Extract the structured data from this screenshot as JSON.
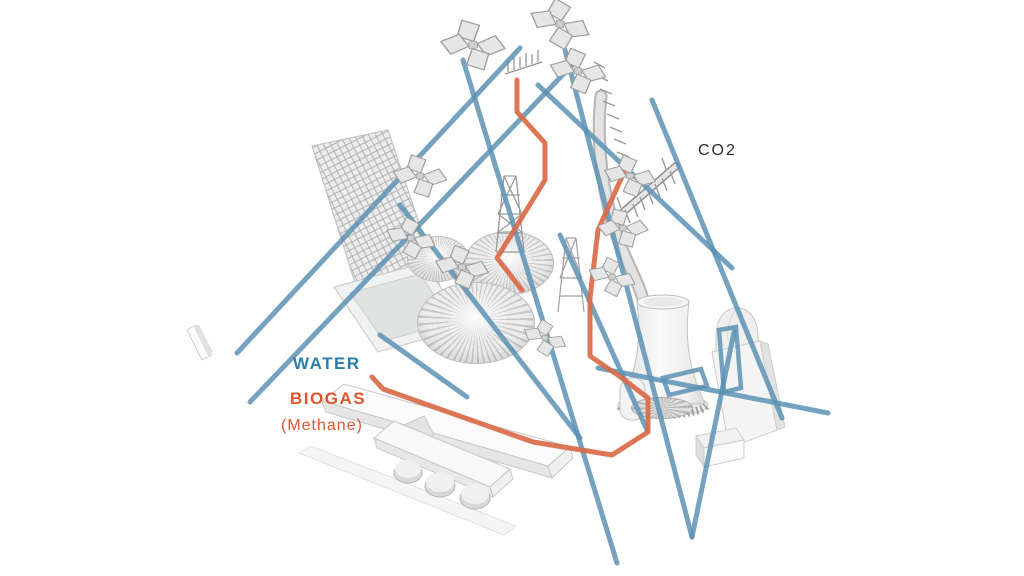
{
  "page": {
    "background": "#ffffff",
    "kind": "isometric plant flow diagram"
  },
  "labels": {
    "water": {
      "text": "WATER",
      "color": "#2e7ca8"
    },
    "biogas": {
      "text": "BIOGAS",
      "color": "#e0552e"
    },
    "biogas_sub": {
      "text": "(Methane)",
      "color": "#e0552e"
    },
    "co2": {
      "text": "CO2",
      "color": "#2b2b2b"
    }
  },
  "flows": [
    {
      "id": "water",
      "label": "WATER",
      "color": "#5d92b4"
    },
    {
      "id": "biogas",
      "label": "BIOGAS (Methane)",
      "color": "#d96a49"
    },
    {
      "id": "co2",
      "label": "CO2",
      "color": "#2b2b2b"
    }
  ],
  "components": [
    {
      "id": "clover-aeration-tanks",
      "count": 10
    },
    {
      "id": "trickling-filter-grid-building",
      "count": 1
    },
    {
      "id": "ribbed-digester-domes",
      "count": 3
    },
    {
      "id": "lattice-derrick-towers",
      "count": 2
    },
    {
      "id": "co2-sparger-comb",
      "count": 2
    },
    {
      "id": "flue-stack",
      "count": 1
    },
    {
      "id": "cooling-tower",
      "count": 1
    },
    {
      "id": "domed-gas-holder-building",
      "count": 1
    },
    {
      "id": "process-halls",
      "count": 2
    },
    {
      "id": "round-storage-tanks",
      "count": 3
    },
    {
      "id": "access-road",
      "count": 1
    }
  ]
}
